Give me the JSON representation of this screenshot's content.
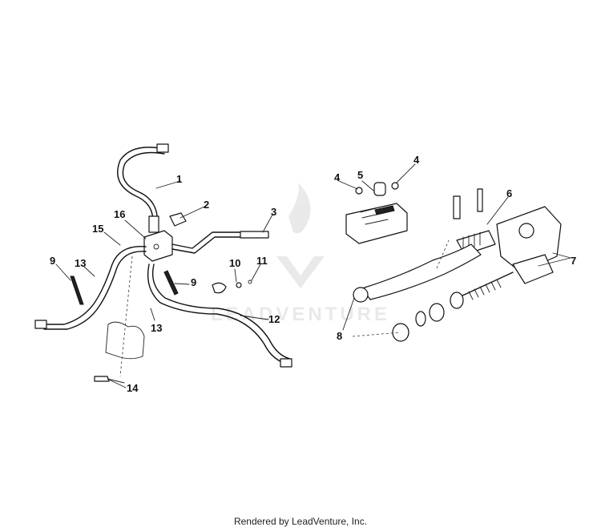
{
  "footer": "Rendered by LeadVenture, Inc.",
  "watermark": "LEADVENTURE",
  "callouts": {
    "c1": "1",
    "c2": "2",
    "c3": "3",
    "c4a": "4",
    "c4b": "4",
    "c5": "5",
    "c6": "6",
    "c7": "7",
    "c8": "8",
    "c9a": "9",
    "c9b": "9",
    "c10": "10",
    "c11": "11",
    "c12": "12",
    "c13a": "13",
    "c13b": "13",
    "c14": "14",
    "c15": "15",
    "c16": "16"
  }
}
